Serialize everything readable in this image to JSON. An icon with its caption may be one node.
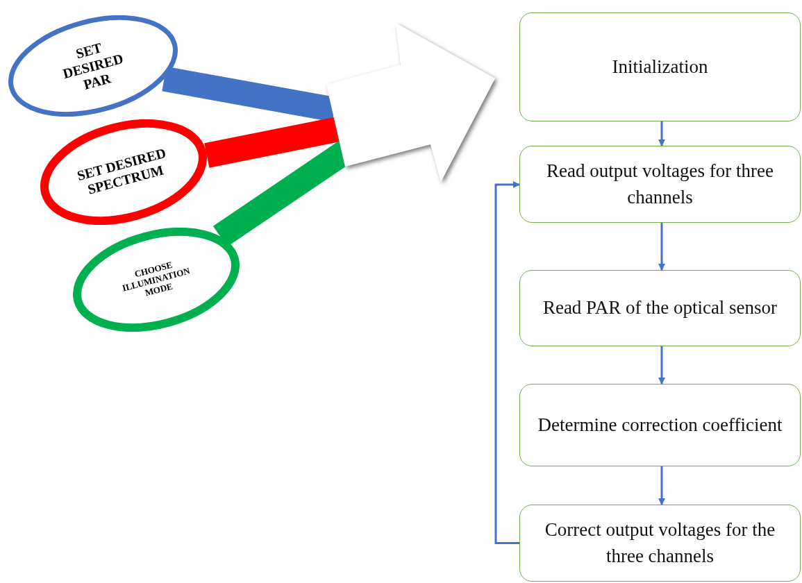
{
  "diagram": {
    "nodes": [
      {
        "text": [
          "SET DESIRED PAR"
        ]
      },
      {
        "text": [
          "SET DESIRED SPECTRUM"
        ]
      },
      {
        "text": [
          "CHOOSE ILLUMINATION MODE"
        ]
      },
      {
        "text": [],
        "shape": "arrow"
      },
      {
        "text": [
          "Initialization"
        ]
      },
      {
        "text": [
          "Read output voltages for three channels"
        ]
      },
      {
        "text": [
          "Read PAR of the optical sensor"
        ]
      },
      {
        "text": [
          "Determine correction coefficient"
        ]
      },
      {
        "text": [
          "Correct output voltages for the three channels"
        ]
      }
    ],
    "edges": [
      {
        "from": 0,
        "to": 3,
        "arrow": "none",
        "style": "thick",
        "color": "#4472c4"
      },
      {
        "from": 1,
        "to": 3,
        "arrow": "none",
        "style": "thick",
        "color": "#ff0000"
      },
      {
        "from": 2,
        "to": 3,
        "arrow": "none",
        "style": "thick",
        "color": "#00b050"
      },
      {
        "from": 4,
        "to": 5,
        "arrow": "to"
      },
      {
        "from": 5,
        "to": 6,
        "arrow": "to"
      },
      {
        "from": 6,
        "to": 7,
        "arrow": "to"
      },
      {
        "from": 7,
        "to": 8,
        "arrow": "to"
      },
      {
        "from": 8,
        "to": 5,
        "arrow": "to"
      }
    ]
  }
}
